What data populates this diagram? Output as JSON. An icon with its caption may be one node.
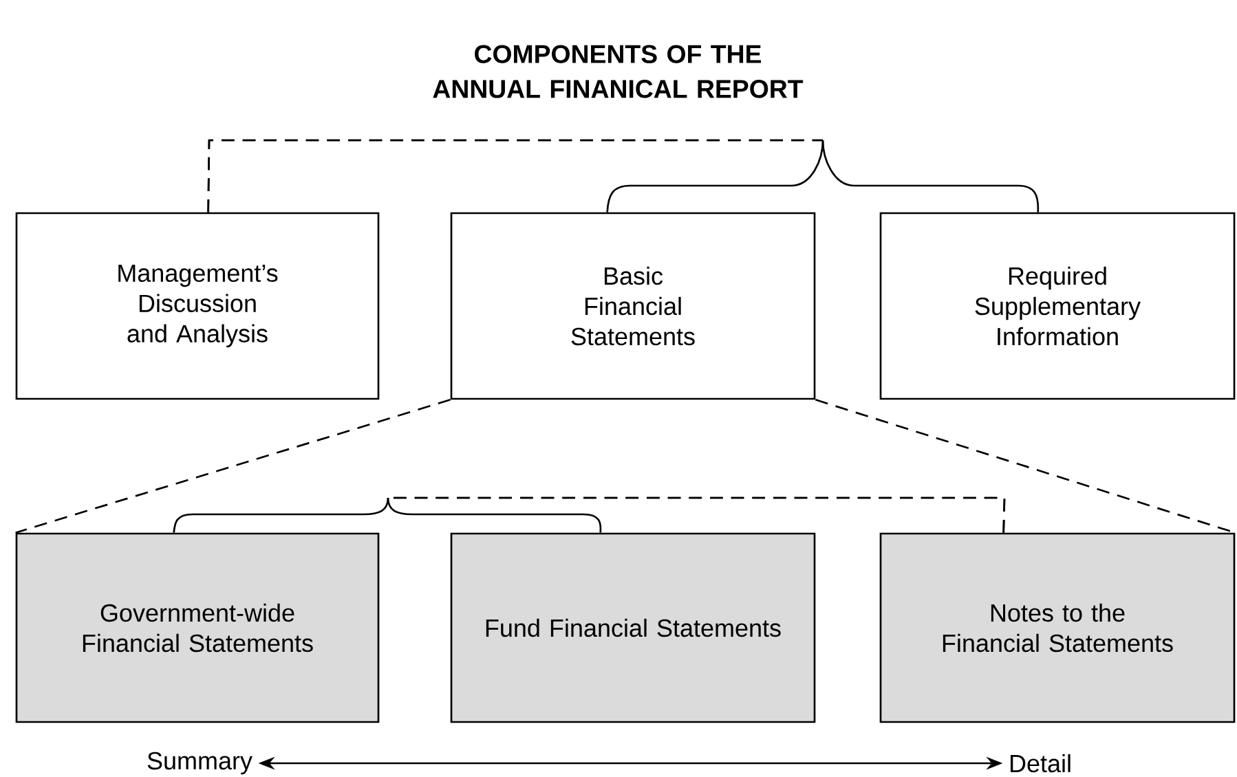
{
  "diagram": {
    "title": "COMPONENTS OF THE ANNUAL FINANICAL REPORT",
    "nodes": [
      {
        "text": [
          "Management’s Discussion and Analysis"
        ]
      },
      {
        "text": [
          "Basic Financial Statements"
        ]
      },
      {
        "text": [
          "Required Supplementary Information"
        ]
      },
      {
        "text": [
          "Government-wide Financial Statements"
        ]
      },
      {
        "text": [
          "Fund Financial Statements"
        ]
      },
      {
        "text": [
          "Notes to the Financial Statements"
        ]
      },
      {
        "text": [
          "Summary"
        ]
      },
      {
        "text": [
          "Detail"
        ]
      }
    ],
    "edges": [
      {
        "from": 0,
        "to": 1,
        "arrow": "none",
        "style": "dashed"
      },
      {
        "from": 0,
        "to": 2,
        "arrow": "none",
        "style": "dashed"
      },
      {
        "from": 5,
        "to": 3,
        "arrow": "none",
        "style": "dashed"
      },
      {
        "from": 5,
        "to": 4,
        "arrow": "none",
        "style": "dashed"
      },
      {
        "from": 1,
        "to": 3,
        "arrow": "none",
        "style": "dashed"
      },
      {
        "from": 1,
        "to": 5,
        "arrow": "none",
        "style": "dashed"
      },
      {
        "from": 6,
        "to": 7,
        "arrow": "both"
      }
    ]
  }
}
